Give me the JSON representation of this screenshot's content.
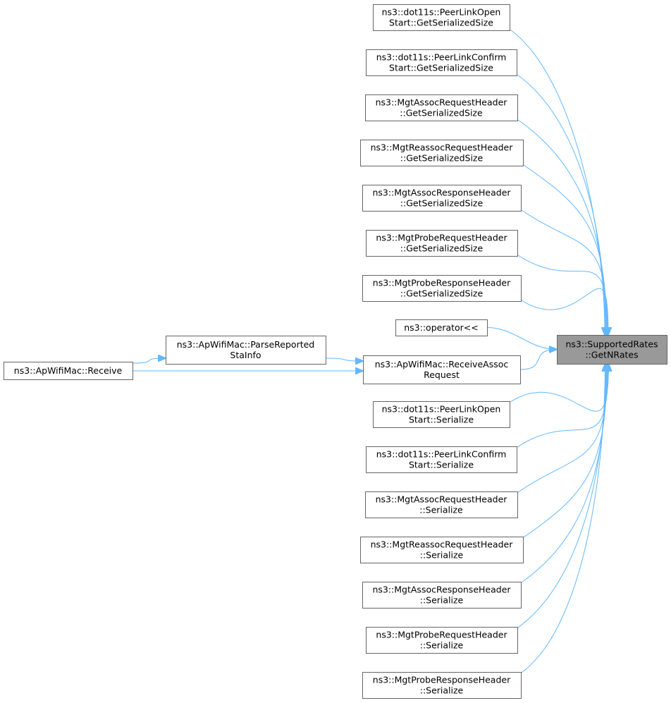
{
  "graph": {
    "colors": {
      "edge": "#63b8ff",
      "node_border": "#666666",
      "target_fill": "#999999",
      "node_fill": "#ffffff"
    },
    "target": {
      "id": "getnrates",
      "lines": [
        "ns3::SupportedRates",
        "::GetNRates"
      ]
    },
    "nodes": [
      {
        "id": "plo_size",
        "lines": [
          "ns3::dot11s::PeerLinkOpen",
          "Start::GetSerializedSize"
        ]
      },
      {
        "id": "plc_size",
        "lines": [
          "ns3::dot11s::PeerLinkConfirm",
          "Start::GetSerializedSize"
        ]
      },
      {
        "id": "areq_size",
        "lines": [
          "ns3::MgtAssocRequestHeader",
          "::GetSerializedSize"
        ]
      },
      {
        "id": "rreq_size",
        "lines": [
          "ns3::MgtReassocRequestHeader",
          "::GetSerializedSize"
        ]
      },
      {
        "id": "aresp_size",
        "lines": [
          "ns3::MgtAssocResponseHeader",
          "::GetSerializedSize"
        ]
      },
      {
        "id": "preq_size",
        "lines": [
          "ns3::MgtProbeRequestHeader",
          "::GetSerializedSize"
        ]
      },
      {
        "id": "presp_size",
        "lines": [
          "ns3::MgtProbeResponseHeader",
          "::GetSerializedSize"
        ]
      },
      {
        "id": "oplt",
        "lines": [
          "ns3::operator<<"
        ]
      },
      {
        "id": "recv_assoc",
        "lines": [
          "ns3::ApWifiMac::ReceiveAssoc",
          "Request"
        ]
      },
      {
        "id": "plo_ser",
        "lines": [
          "ns3::dot11s::PeerLinkOpen",
          "Start::Serialize"
        ]
      },
      {
        "id": "plc_ser",
        "lines": [
          "ns3::dot11s::PeerLinkConfirm",
          "Start::Serialize"
        ]
      },
      {
        "id": "areq_ser",
        "lines": [
          "ns3::MgtAssocRequestHeader",
          "::Serialize"
        ]
      },
      {
        "id": "rreq_ser",
        "lines": [
          "ns3::MgtReassocRequestHeader",
          "::Serialize"
        ]
      },
      {
        "id": "aresp_ser",
        "lines": [
          "ns3::MgtAssocResponseHeader",
          "::Serialize"
        ]
      },
      {
        "id": "preq_ser",
        "lines": [
          "ns3::MgtProbeRequestHeader",
          "::Serialize"
        ]
      },
      {
        "id": "presp_ser",
        "lines": [
          "ns3::MgtProbeResponseHeader",
          "::Serialize"
        ]
      },
      {
        "id": "parse_sta",
        "lines": [
          "ns3::ApWifiMac::ParseReported",
          "StaInfo"
        ]
      },
      {
        "id": "receive",
        "lines": [
          "ns3::ApWifiMac::Receive"
        ]
      }
    ],
    "edges": [
      {
        "from": "plo_size",
        "to": "getnrates"
      },
      {
        "from": "plc_size",
        "to": "getnrates"
      },
      {
        "from": "areq_size",
        "to": "getnrates"
      },
      {
        "from": "rreq_size",
        "to": "getnrates"
      },
      {
        "from": "aresp_size",
        "to": "getnrates"
      },
      {
        "from": "preq_size",
        "to": "getnrates"
      },
      {
        "from": "presp_size",
        "to": "getnrates"
      },
      {
        "from": "oplt",
        "to": "getnrates"
      },
      {
        "from": "recv_assoc",
        "to": "getnrates"
      },
      {
        "from": "plo_ser",
        "to": "getnrates"
      },
      {
        "from": "plc_ser",
        "to": "getnrates"
      },
      {
        "from": "areq_ser",
        "to": "getnrates"
      },
      {
        "from": "rreq_ser",
        "to": "getnrates"
      },
      {
        "from": "aresp_ser",
        "to": "getnrates"
      },
      {
        "from": "preq_ser",
        "to": "getnrates"
      },
      {
        "from": "presp_ser",
        "to": "getnrates"
      },
      {
        "from": "parse_sta",
        "to": "recv_assoc"
      },
      {
        "from": "receive",
        "to": "parse_sta"
      },
      {
        "from": "receive",
        "to": "recv_assoc"
      }
    ]
  }
}
